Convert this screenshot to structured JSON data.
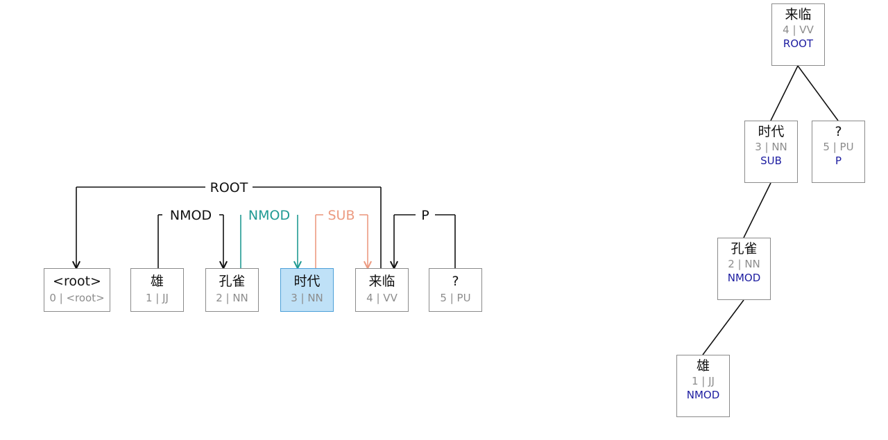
{
  "tokens": [
    {
      "word": "<root>",
      "tag": "0 | <root>"
    },
    {
      "word": "雄",
      "tag": "1 | JJ"
    },
    {
      "word": "孔雀",
      "tag": "2 | NN"
    },
    {
      "word": "时代",
      "tag": "3 | NN"
    },
    {
      "word": "来临",
      "tag": "4 | VV"
    },
    {
      "word": "?",
      "tag": "5 | PU"
    }
  ],
  "arcs": [
    {
      "label": "ROOT",
      "from": 4,
      "to": 0
    },
    {
      "label": "NMOD",
      "from": 1,
      "to": 2
    },
    {
      "label": "NMOD",
      "from": 2,
      "to": 3
    },
    {
      "label": "SUB",
      "from": 3,
      "to": 4
    },
    {
      "label": "P",
      "from": 5,
      "to": 4
    }
  ],
  "selected_token": 3,
  "colors": {
    "default_arc": "#111111",
    "nmod_highlight": "#1f9a93",
    "sub_highlight": "#ec9a80",
    "relation_text": "#1c1ca0",
    "selected_fill": "#bfe1f7",
    "selected_border": "#4a9fd8"
  },
  "tree": {
    "nodes": [
      {
        "word": "来临",
        "tag": "4 | VV",
        "relation": "ROOT"
      },
      {
        "word": "时代",
        "tag": "3 | NN",
        "relation": "SUB"
      },
      {
        "word": "?",
        "tag": "5 | PU",
        "relation": "P"
      },
      {
        "word": "孔雀",
        "tag": "2 | NN",
        "relation": "NMOD"
      },
      {
        "word": "雄",
        "tag": "1 | JJ",
        "relation": "NMOD"
      }
    ],
    "edges": [
      [
        0,
        1
      ],
      [
        0,
        2
      ],
      [
        1,
        3
      ],
      [
        3,
        4
      ]
    ]
  }
}
